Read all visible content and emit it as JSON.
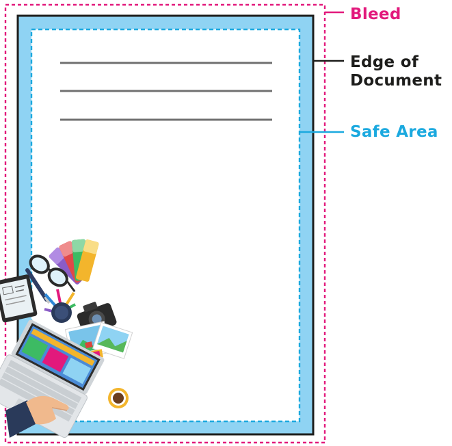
{
  "labels": {
    "bleed": "Bleed",
    "edge_line1": "Edge of",
    "edge_line2": "Document",
    "safe_area": "Safe Area"
  },
  "colors": {
    "bleed": "#e2197c",
    "edge": "#1d1d1b",
    "safe_area": "#1ba9df",
    "margin_fill": "#8fd3f3",
    "text_lines": "#707070"
  },
  "illustration": {
    "items": [
      "color-swatches",
      "eyeglasses",
      "pen",
      "tablet",
      "pencil-cup",
      "camera",
      "photo-prints",
      "laptop",
      "hand",
      "coffee-cup"
    ]
  }
}
